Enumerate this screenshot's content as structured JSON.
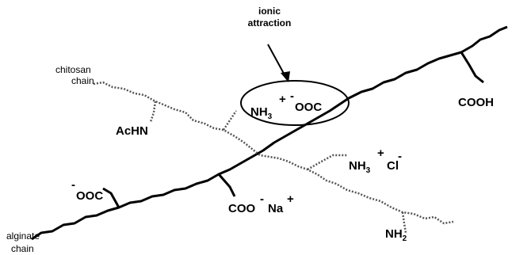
{
  "labels": {
    "ionic_line1": "ionic",
    "ionic_line2": "attraction",
    "chitosan_line1": "chitosan",
    "chitosan_line2": "chain",
    "alginate_line1": "alginate",
    "alginate_line2": "chain",
    "achn": "AcHN",
    "nh3_a": "NH",
    "nh3_a_sub": "3",
    "nh3_a_sup": "+",
    "ooc_a_sup": "-",
    "ooc_a": "OOC",
    "cooh": "COOH",
    "nh3_b": "NH",
    "nh3_b_sub": "3",
    "nh3_b_sup": "+",
    "cl": "Cl",
    "cl_sup": "-",
    "ooc_b_sup": "-",
    "ooc_b": "OOC",
    "coo": "COO",
    "coo_sup": "-",
    "na": "Na",
    "na_sup": "+",
    "nh2": "NH",
    "nh2_sub": "2"
  },
  "colors": {
    "alginate_chain": "#000000",
    "chitosan_chain": "#555555"
  }
}
